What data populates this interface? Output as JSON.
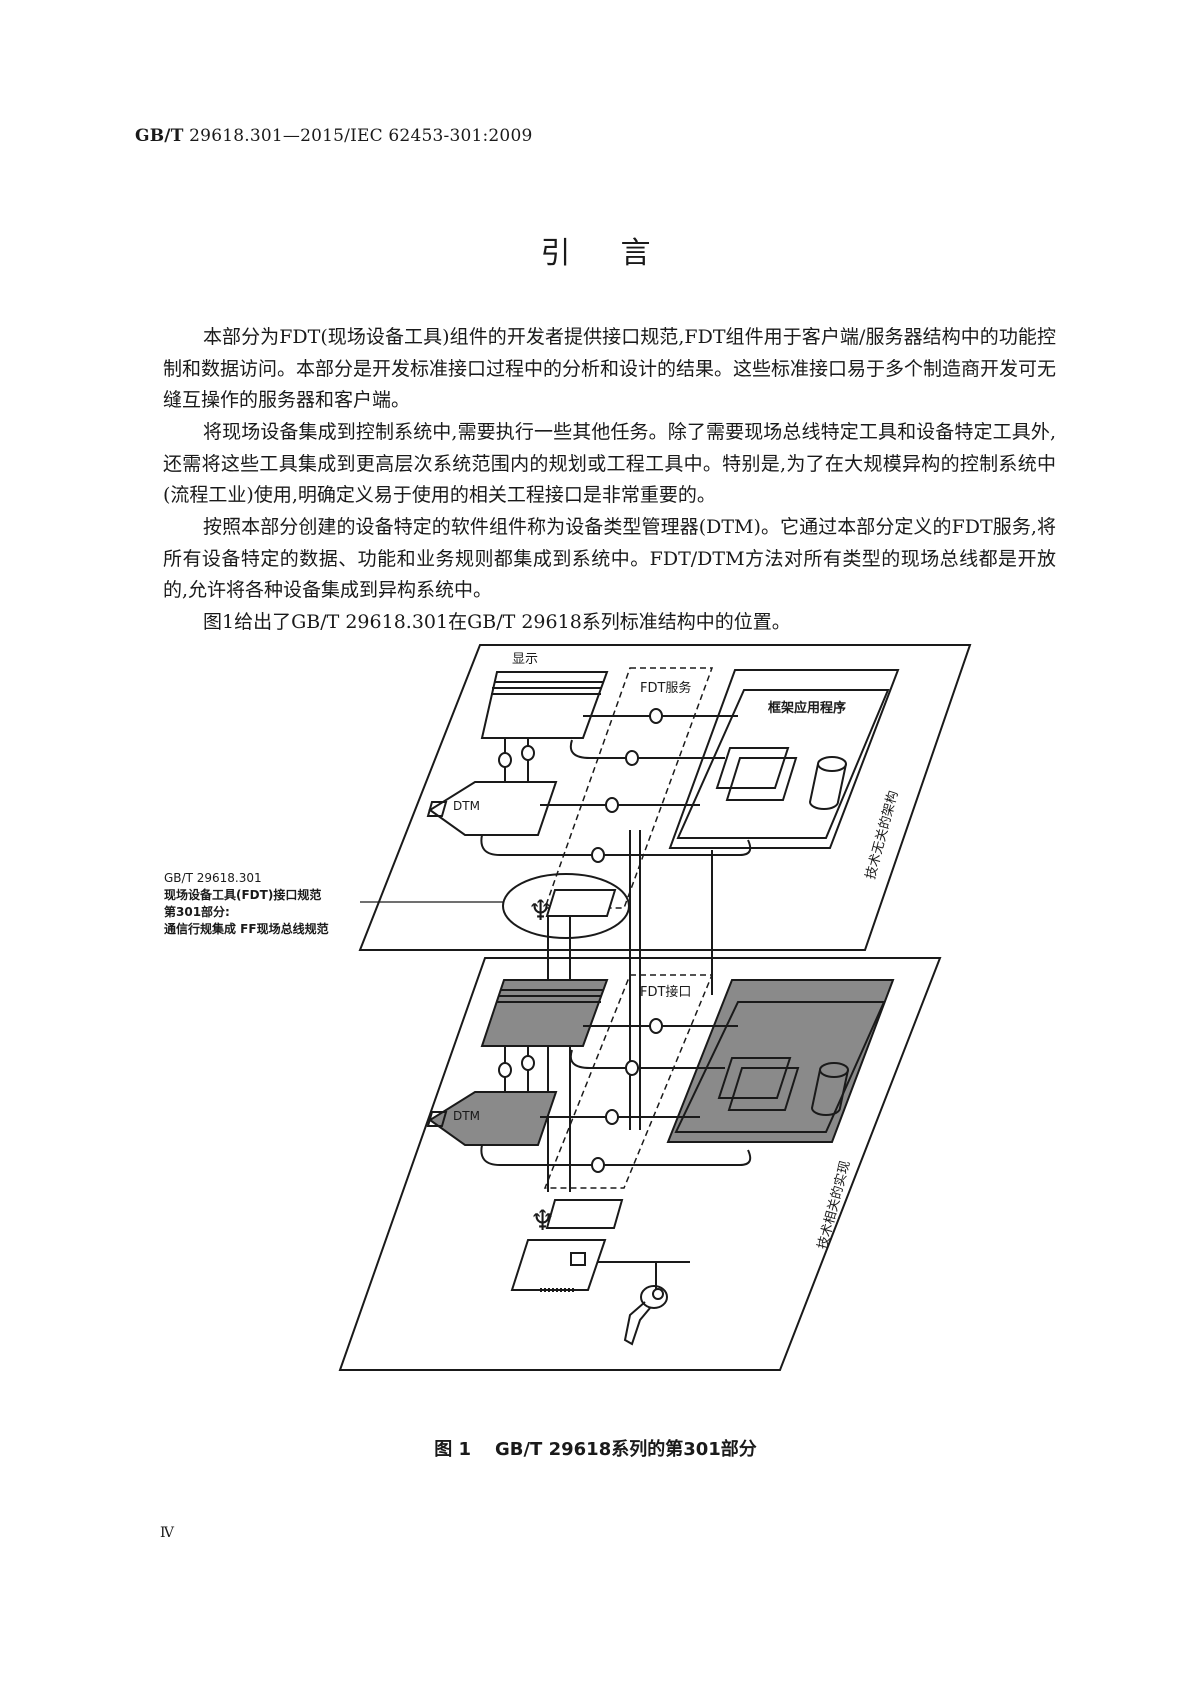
{
  "header": {
    "standard": "GB/T",
    "code": "29618.301—2015/IEC 62453-301:2009"
  },
  "title": "引言",
  "paragraphs": [
    "本部分为FDT(现场设备工具)组件的开发者提供接口规范,FDT组件用于客户端/服务器结构中的功能控制和数据访问。本部分是开发标准接口过程中的分析和设计的结果。这些标准接口易于多个制造商开发可无缝互操作的服务器和客户端。",
    "将现场设备集成到控制系统中,需要执行一些其他任务。除了需要现场总线特定工具和设备特定工具外,还需将这些工具集成到更高层次系统范围内的规划或工程工具中。特别是,为了在大规模异构的控制系统中(流程工业)使用,明确定义易于使用的相关工程接口是非常重要的。",
    "按照本部分创建的设备特定的软件组件称为设备类型管理器(DTM)。它通过本部分定义的FDT服务,将所有设备特定的数据、功能和业务规则都集成到系统中。FDT/DTM方法对所有类型的现场总线都是开放的,允许将各种设备集成到异构系统中。",
    "图1给出了GB/T 29618.301在GB/T 29618系列标准结构中的位置。"
  ],
  "figure": {
    "upper_plane": {
      "display_label": "显示",
      "fdt_service_label": "FDT服务",
      "frame_app_label": "框架应用程序",
      "dtm_label": "DTM",
      "side_label": "技术无关的架构"
    },
    "lower_plane": {
      "fdt_interface_label": "FDT接口",
      "dtm_label": "DTM",
      "side_label": "技术相关的实现"
    },
    "callout": {
      "line1": "GB/T  29618.301",
      "line2": "现场设备工具(FDT)接口规范",
      "line3": "第301部分:",
      "line4": "通信行规集成 FF现场总线规范"
    },
    "shaded_color": "#8a8a8a"
  },
  "caption": {
    "number": "图 1",
    "text": "GB/T 29618系列的第301部分"
  },
  "page_number": "Ⅳ"
}
